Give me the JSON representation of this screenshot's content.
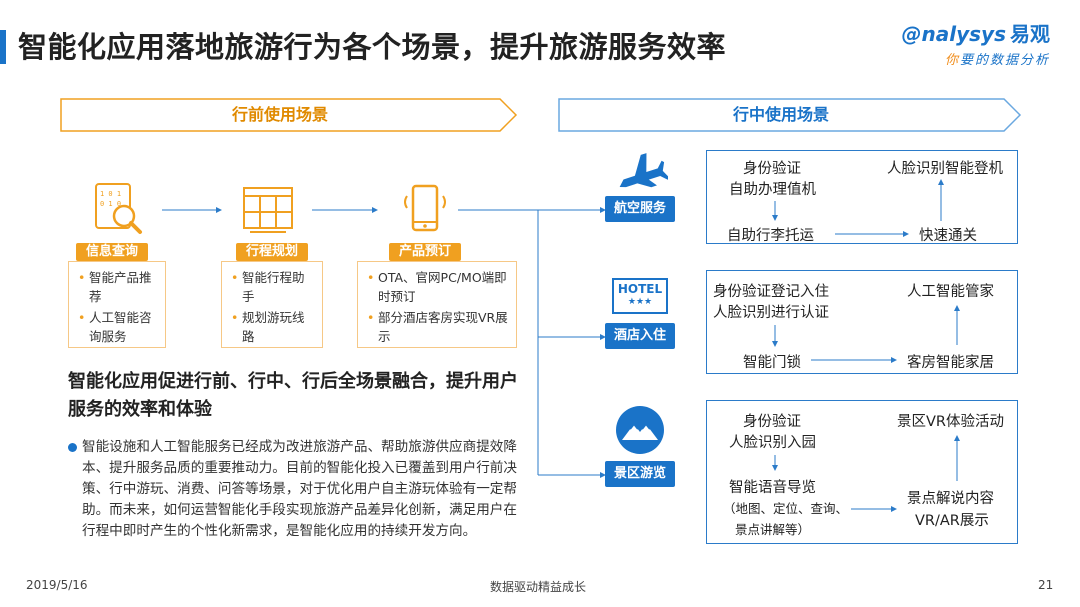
{
  "header": {
    "title": "智能化应用落地旅游行为各个场景，提升旅游服务效率",
    "logo_text": "nalysys",
    "logo_cn": "易观",
    "logo_slogan_first": "你",
    "logo_slogan_rest": "要的数据分析"
  },
  "pre_trip": {
    "band_label": "行前使用场景",
    "items": [
      {
        "icon": "search-document-icon",
        "tag": "信息查询",
        "bullets": [
          "智能产品推荐",
          "人工智能咨询服务"
        ]
      },
      {
        "icon": "itinerary-board-icon",
        "tag": "行程规划",
        "bullets": [
          "智能行程助手",
          "规划游玩线路"
        ]
      },
      {
        "icon": "smartphone-icon",
        "tag": "产品预订",
        "bullets": [
          "OTA、官网PC/MO端即时预订",
          "部分酒店客房实现VR展示"
        ]
      }
    ]
  },
  "in_trip": {
    "band_label": "行中使用场景",
    "scenes": [
      {
        "icon": "airplane-icon",
        "badge": "航空服务",
        "texts": {
          "a": "身份验证",
          "b": "自助办理值机",
          "c": "自助行李托运",
          "d": "快速通关",
          "e": "人脸识别智能登机"
        }
      },
      {
        "icon": "hotel-sign-icon",
        "badge": "酒店入住",
        "icon_text": "HOTEL",
        "stars": "★★★",
        "texts": {
          "a": "身份验证登记入住",
          "b": "人脸识别进行认证",
          "c": "智能门锁",
          "d": "客房智能家居",
          "e": "人工智能管家"
        }
      },
      {
        "icon": "mountain-icon",
        "badge": "景区游览",
        "texts": {
          "a": "身份验证",
          "b": "人脸识别入园",
          "c": "智能语音导览",
          "c2": "（地图、定位、查询、",
          "c3": "景点讲解等）",
          "d1": "景点解说内容",
          "d2": "VR/AR展示",
          "e": "景区VR体验活动"
        }
      }
    ]
  },
  "summary": {
    "headline": "智能化应用促进行前、行中、行后全场景融合，提升用户服务的效率和体验",
    "body": "智能设施和人工智能服务已经成为改进旅游产品、帮助旅游供应商提效降本、提升服务品质的重要推动力。目前的智能化投入已覆盖到用户行前决策、行中游玩、消费、问答等场景，对于优化用户自主游玩体验有一定帮助。而未来，如何运营智能化手段实现旅游产品差异化创新，满足用户在行程中即时产生的个性化新需求，是智能化应用的持续开发方向。"
  },
  "footer": {
    "date": "2019/5/16",
    "slogan": "数据驱动精益成长",
    "page": "21"
  },
  "colors": {
    "orange": "#f0a020",
    "blue": "#1a73c8",
    "light_blue": "#2b7bc9"
  }
}
